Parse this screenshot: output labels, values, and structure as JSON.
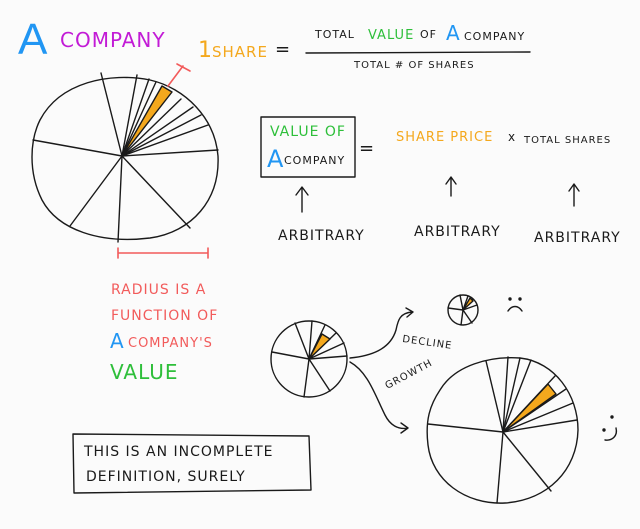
{
  "title": {
    "big_letter": "A",
    "word": "COMPANY"
  },
  "share_formula": {
    "lhs_number": "1",
    "lhs_word": "SHARE",
    "equals": "=",
    "numerator_part1": "TOTAL",
    "numerator_value": "VALUE",
    "numerator_of": "OF",
    "numerator_a": "A",
    "numerator_company": "COMPANY",
    "denominator": "TOTAL # OF SHARES"
  },
  "value_formula": {
    "box_line1": "VALUE OF",
    "box_letter": "A",
    "box_company": "COMPANY",
    "equals": "=",
    "rhs_share_price": "SHARE PRICE",
    "rhs_times": "x",
    "rhs_total_shares": "TOTAL SHARES",
    "labels": [
      "ARBITRARY",
      "ARBITRARY",
      "ARBITRARY"
    ]
  },
  "radius_note": {
    "line1": "RADIUS IS A",
    "line2": "FUNCTION OF",
    "line3_letter": "A",
    "line3_rest": "COMPANY'S",
    "line4": "VALUE"
  },
  "scenarios": {
    "decline_label": "DECLINE",
    "growth_label": "GROWTH",
    "sad_face": ":(",
    "happy_face": ":)"
  },
  "note_box": {
    "line1": "THIS IS AN INCOMPLETE",
    "line2": "DEFINITION, SURELY"
  },
  "colors": {
    "ink": "#1a1a1a",
    "blue": "#2196f3",
    "purple": "#c21bd6",
    "orange": "#f4a81d",
    "green": "#2ebf3a",
    "red": "#f25b5b"
  }
}
